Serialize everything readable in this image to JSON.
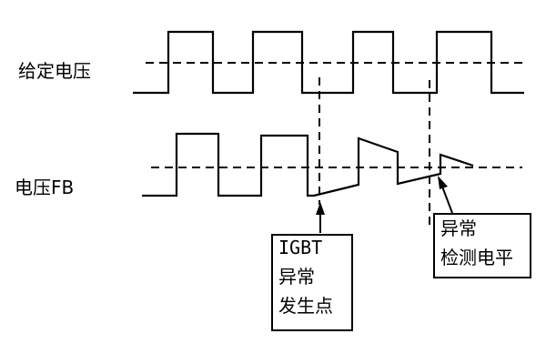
{
  "labels": {
    "signal_top": "给定电压",
    "signal_bottom": "电压FB"
  },
  "callouts": {
    "fault_point": {
      "lines": [
        "IGBT",
        "异常",
        "发生点"
      ]
    },
    "detection_level": {
      "lines": [
        "异常",
        "检测电平"
      ]
    }
  },
  "colors": {
    "line": "#000000",
    "background": "#ffffff"
  }
}
